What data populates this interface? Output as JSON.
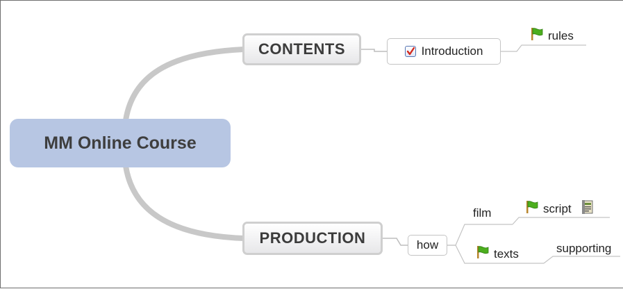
{
  "central": {
    "label": "MM Online Course"
  },
  "branches": {
    "contents": {
      "label": "CONTENTS"
    },
    "production": {
      "label": "PRODUCTION"
    }
  },
  "topics": {
    "introduction": {
      "label": "Introduction",
      "icon": "checkbox-icon"
    },
    "rules": {
      "label": "rules",
      "icon": "green-flag-icon"
    },
    "how": {
      "label": "how"
    },
    "film": {
      "label": "film"
    },
    "script": {
      "label": "script",
      "icon": "green-flag-icon",
      "trailing_icon": "document-icon"
    },
    "texts": {
      "label": "texts",
      "icon": "green-flag-icon"
    },
    "supporting": {
      "label": "supporting"
    }
  },
  "colors": {
    "central_fill": "#b7c6e3",
    "main_border": "#cfcfcf",
    "connector": "#c8c8c8",
    "flag": "#4cae1e",
    "check": "#d42a1e"
  }
}
